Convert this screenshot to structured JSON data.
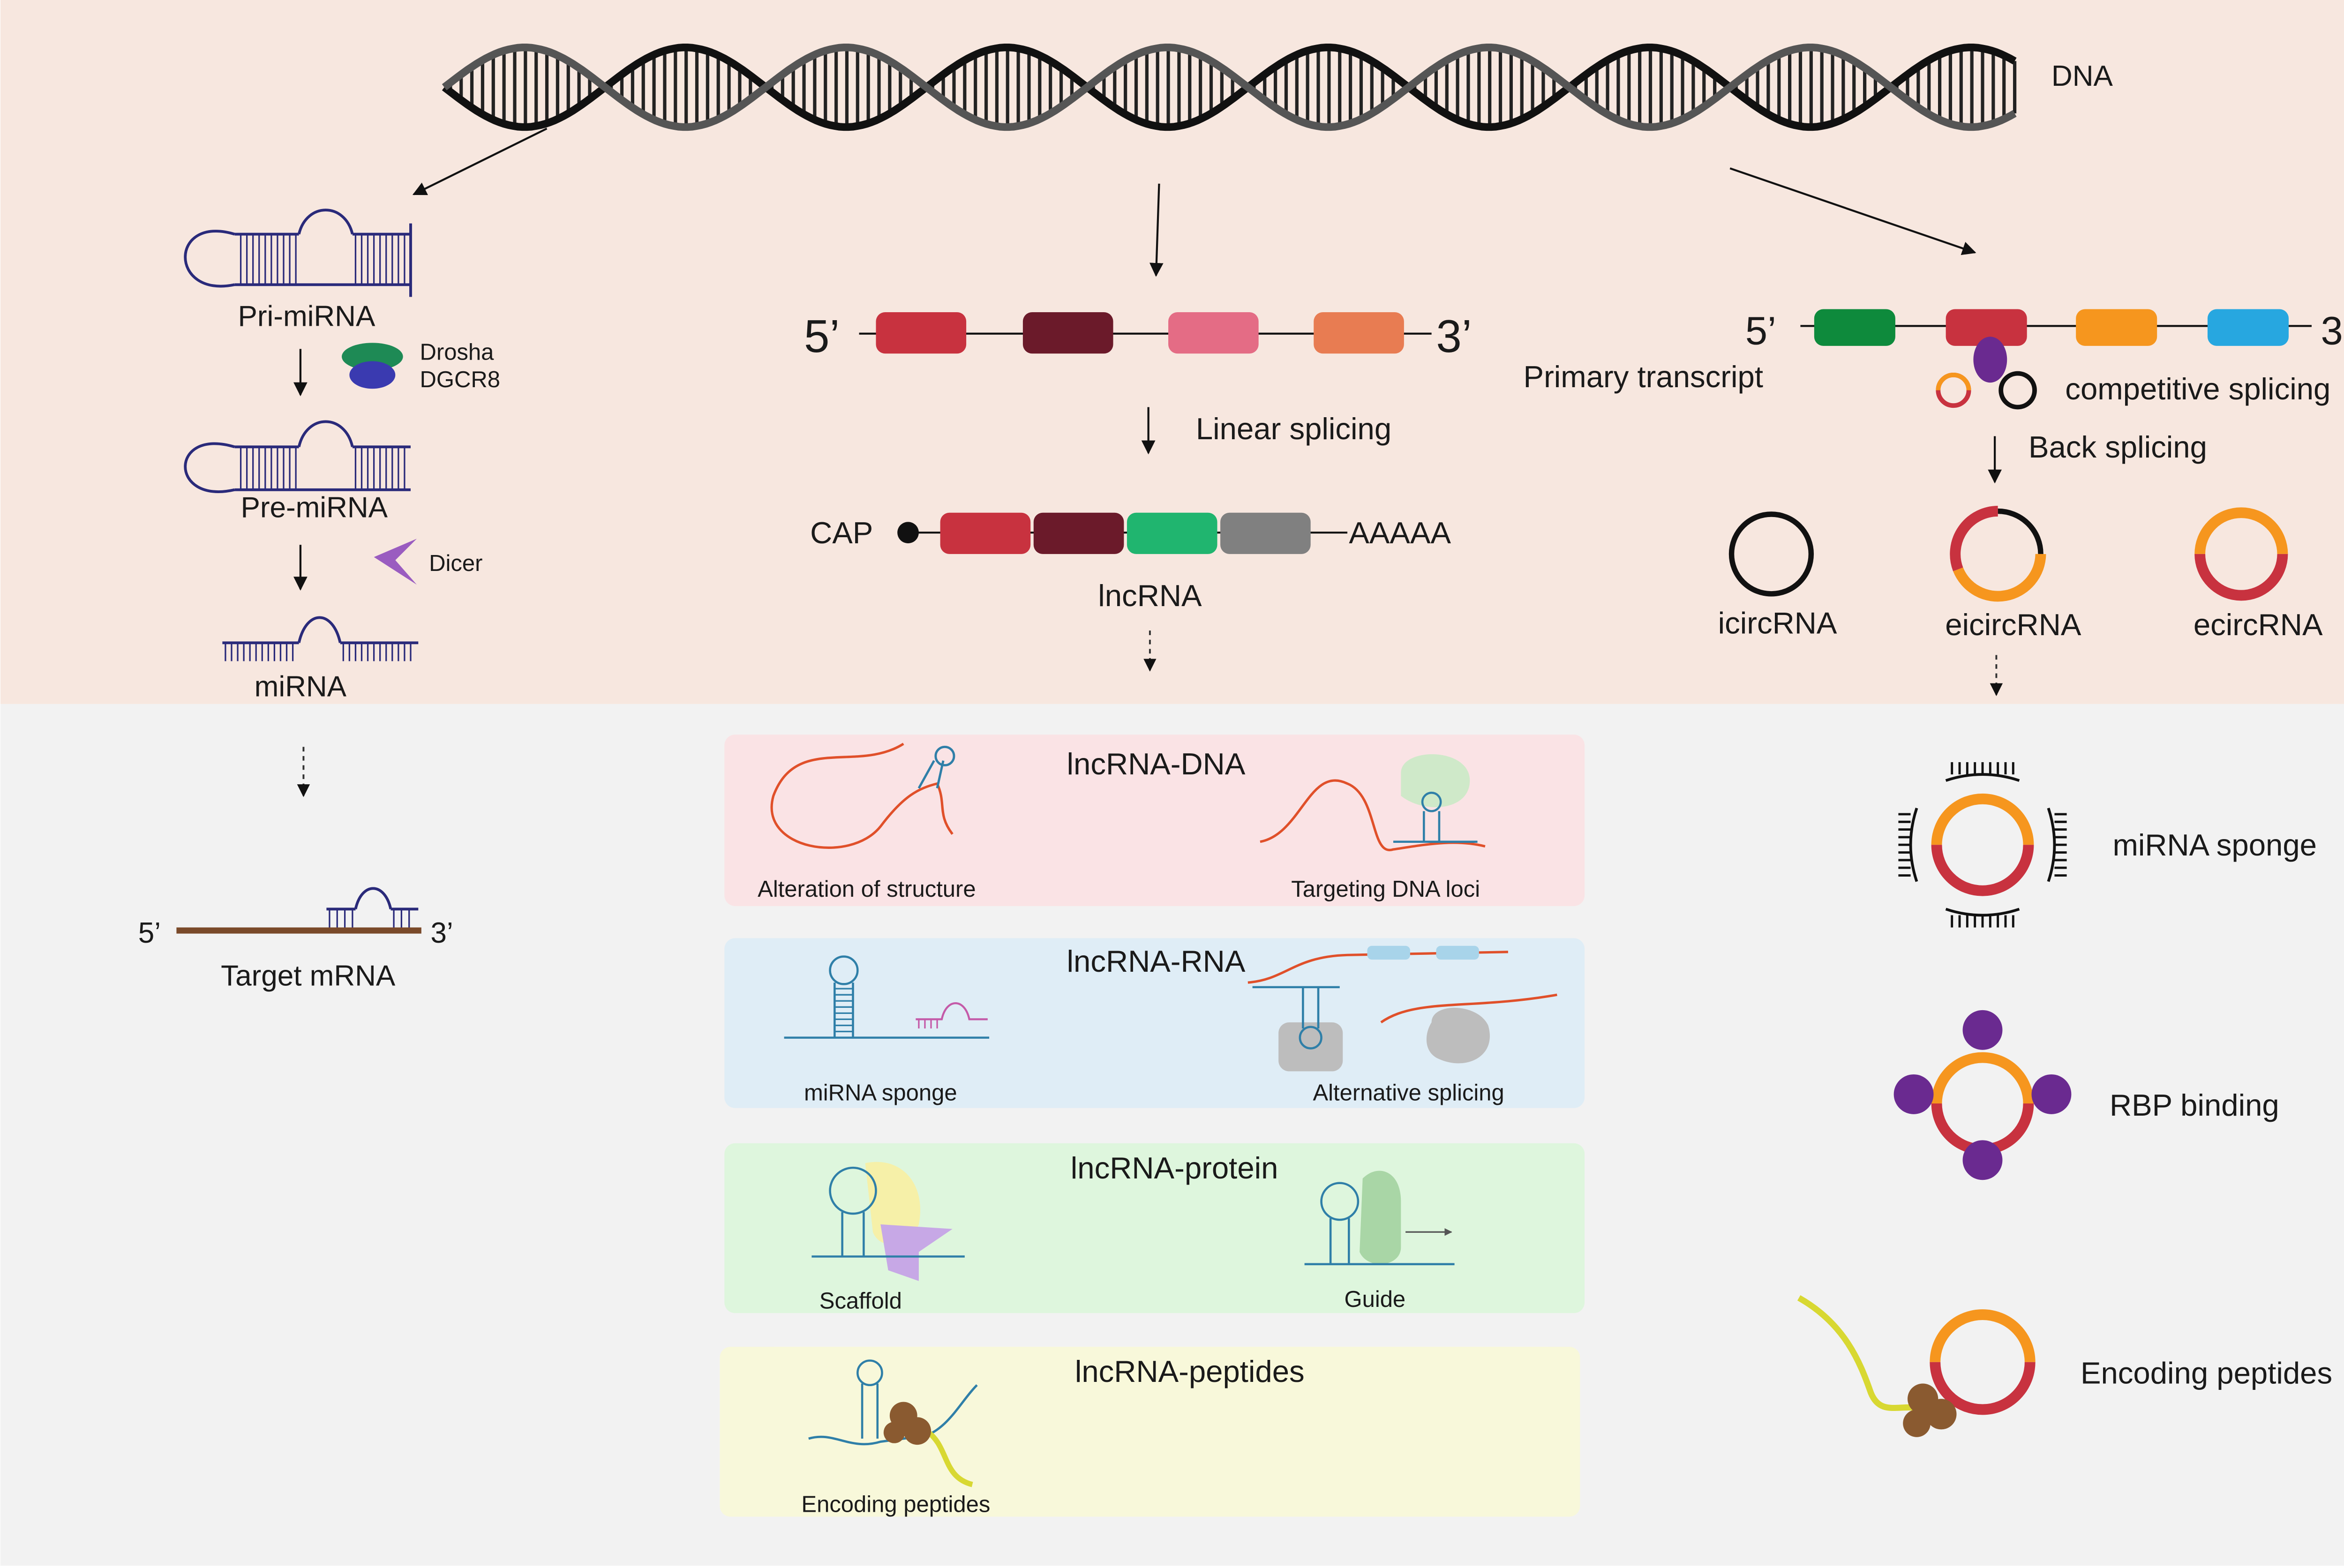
{
  "labels": {
    "dna": "DNA",
    "pri_mirna": "Pri-miRNA",
    "drosha": "Drosha",
    "dgcr8": "DGCR8",
    "pre_mirna": "Pre-miRNA",
    "dicer": "Dicer",
    "mirna": "miRNA",
    "five_prime": "5’",
    "three_prime": "3’",
    "target_mrna": "Target mRNA",
    "linear_splicing": "Linear splicing",
    "cap": "CAP",
    "polya": "AAAAA",
    "lncrna": "lncRNA",
    "primary_transcript": "Primary transcript",
    "competitive_splicing": "competitive splicing",
    "back_splicing": "Back splicing",
    "icircrna": "icircRNA",
    "eicircrna": "eicircRNA",
    "ecircrna": "ecircRNA"
  },
  "lncrna_functions": [
    {
      "title": "lncRNA-DNA",
      "left": "Alteration of structure",
      "right": "Targeting DNA loci",
      "color": "#fae3e5"
    },
    {
      "title": "lncRNA-RNA",
      "left": "miRNA sponge",
      "right": "Alternative splicing",
      "color": "#dfedf6"
    },
    {
      "title": "lncRNA-protein",
      "left": "Scaffold",
      "right": "Guide",
      "color": "#def6dd"
    },
    {
      "title": "lncRNA-peptides",
      "left": "Encoding peptides",
      "right": "",
      "color": "#f8f8da"
    }
  ],
  "circrna_functions": {
    "sponge": "miRNA sponge",
    "rbp": "RBP binding",
    "peptides": "Encoding peptides"
  },
  "colors": {
    "top_panel": "#f7e7df",
    "bottom_panel": "#f2f2f2",
    "mirna_strand": "#2a2a7a",
    "target_strand": "#7a4a2a",
    "exon_red": "#c8323f",
    "exon_darkred": "#6b1a2a",
    "exon_pink": "#e46c85",
    "exon_orange": "#e87c52",
    "exon_green": "#20b56f",
    "exon_gray": "#808080",
    "circ_green": "#0e8a3c",
    "circ_orange": "#f6961e",
    "circ_blue": "#27a7e0",
    "purple": "#6a2a90",
    "lnc_line": "#e0502a",
    "lnc_blue": "#2f7fa8"
  }
}
